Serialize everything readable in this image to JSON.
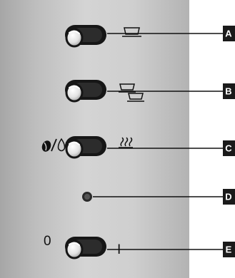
{
  "controls": [
    {
      "id": "A",
      "type": "button",
      "function_icon": "single-cup-icon"
    },
    {
      "id": "B",
      "type": "button",
      "function_icon": "two-cups-icon"
    },
    {
      "id": "C",
      "type": "button",
      "function_icon": "steam-icon",
      "left_icon": "grounds-water-icon"
    },
    {
      "id": "D",
      "type": "indicator-light"
    },
    {
      "id": "E",
      "type": "button",
      "off_label": "0",
      "on_label": "I"
    }
  ]
}
